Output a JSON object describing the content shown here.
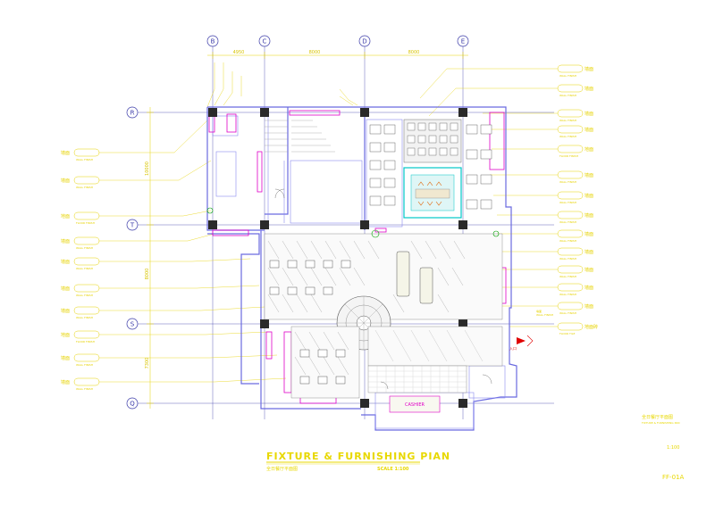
{
  "drawing": {
    "title": "FIXTURE & FURNISHING PIAN",
    "subtitle": "全日餐厅平面图",
    "scale_label": "SCALE 1:100",
    "title_block": {
      "name_cn": "全日餐厅平面图",
      "name_en": "FIXTURE & FURNISHING PAN",
      "scale": "1:100",
      "sheet_no": "FF-01A"
    }
  },
  "grid": {
    "columns": [
      "B",
      "C",
      "D",
      "E"
    ],
    "rows": [
      "R",
      "T",
      "S",
      "Q"
    ]
  },
  "dimensions": {
    "top": [
      "4950",
      "8000",
      "8000"
    ],
    "left": [
      "10000",
      "8000",
      "7300"
    ]
  },
  "callouts_left": [
    {
      "label": "墙面",
      "sub": "WALL FINISH"
    },
    {
      "label": "墙面",
      "sub": "WALL FINISH"
    },
    {
      "label": "地面",
      "sub": "FLOOR FINISH"
    },
    {
      "label": "墙面",
      "sub": "WALL FINISH"
    },
    {
      "label": "墙面",
      "sub": "WALL FINISH"
    },
    {
      "label": "墙面",
      "sub": "WALL FINISH"
    },
    {
      "label": "墙面",
      "sub": "WALL FINISH"
    },
    {
      "label": "地面",
      "sub": "FLOOR FINISH"
    },
    {
      "label": "墙面",
      "sub": "WALL FINISH"
    },
    {
      "label": "墙面",
      "sub": "WALL FINISH"
    }
  ],
  "callouts_right": [
    {
      "label": "墙面",
      "sub": "WALL FINISH"
    },
    {
      "label": "墙面",
      "sub": "WALL FINISH"
    },
    {
      "label": "墙面",
      "sub": "WALL FINISH"
    },
    {
      "label": "墙面",
      "sub": "WALL FINISH"
    },
    {
      "label": "地面",
      "sub": "FLOOR FINISH"
    },
    {
      "label": "墙面",
      "sub": "WALL FINISH"
    },
    {
      "label": "墙面",
      "sub": "WALL FINISH"
    },
    {
      "label": "墙面",
      "sub": "WALL FINISH"
    },
    {
      "label": "墙面",
      "sub": "WALL FINISH"
    },
    {
      "label": "墙面",
      "sub": "WALL FINISH"
    },
    {
      "label": "墙面",
      "sub": "WALL FINISH"
    },
    {
      "label": "墙面",
      "sub": "WALL FINISH"
    },
    {
      "label": "墙面",
      "sub": "WALL FINISH"
    },
    {
      "label": "墙面",
      "sub": "WALL FINISH"
    },
    {
      "label": "地面砖",
      "sub": "FLOOR TILE"
    }
  ],
  "annotations": {
    "counter_label": "CASHIER",
    "entrance_label": "入口"
  },
  "colors": {
    "background": "#ffffff",
    "grid_lines": "#3a3aa8",
    "dimension_lines": "#e6d200",
    "walls": "#6a6ae0",
    "columns": "#2a2a2a",
    "furniture": "#555555",
    "accent_magenta": "#e000c8",
    "accent_cyan": "#00c8c8",
    "accent_green": "#00a000",
    "accent_red": "#e00000"
  }
}
